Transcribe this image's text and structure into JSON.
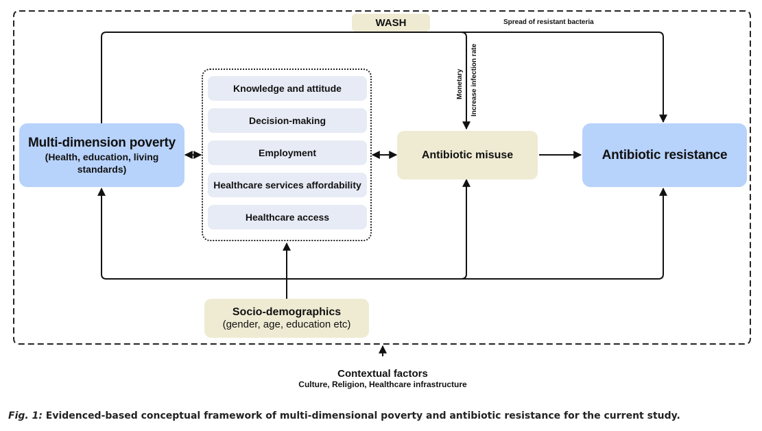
{
  "diagram": {
    "wash": "WASH",
    "spread_label": "Spread of resistant bacteria",
    "monetary_label": "Monetary",
    "infection_label": "Increase infection rate",
    "poverty": {
      "title": "Multi-dimension poverty",
      "subtitle": "(Health, education, living standards)"
    },
    "factors": [
      "Knowledge and attitude",
      "Decision-making",
      "Employment",
      "Healthcare services affordability",
      "Healthcare access"
    ],
    "misuse": "Antibiotic misuse",
    "resistance": "Antibiotic resistance",
    "socio": {
      "title": "Socio-demographics",
      "subtitle": "(gender, age, education etc)"
    },
    "contextual": {
      "title": "Contextual factors",
      "subtitle": "Culture, Religion, Healthcare infrastructure"
    },
    "colors": {
      "blue_box": "#b7d2fb",
      "beige_box": "#efebd3",
      "grey_box": "#e7ebf5"
    }
  },
  "caption": {
    "label": "Fig. 1:",
    "text": " Evidenced-based conceptual framework of multi-dimensional poverty and antibiotic resistance for the current study."
  }
}
